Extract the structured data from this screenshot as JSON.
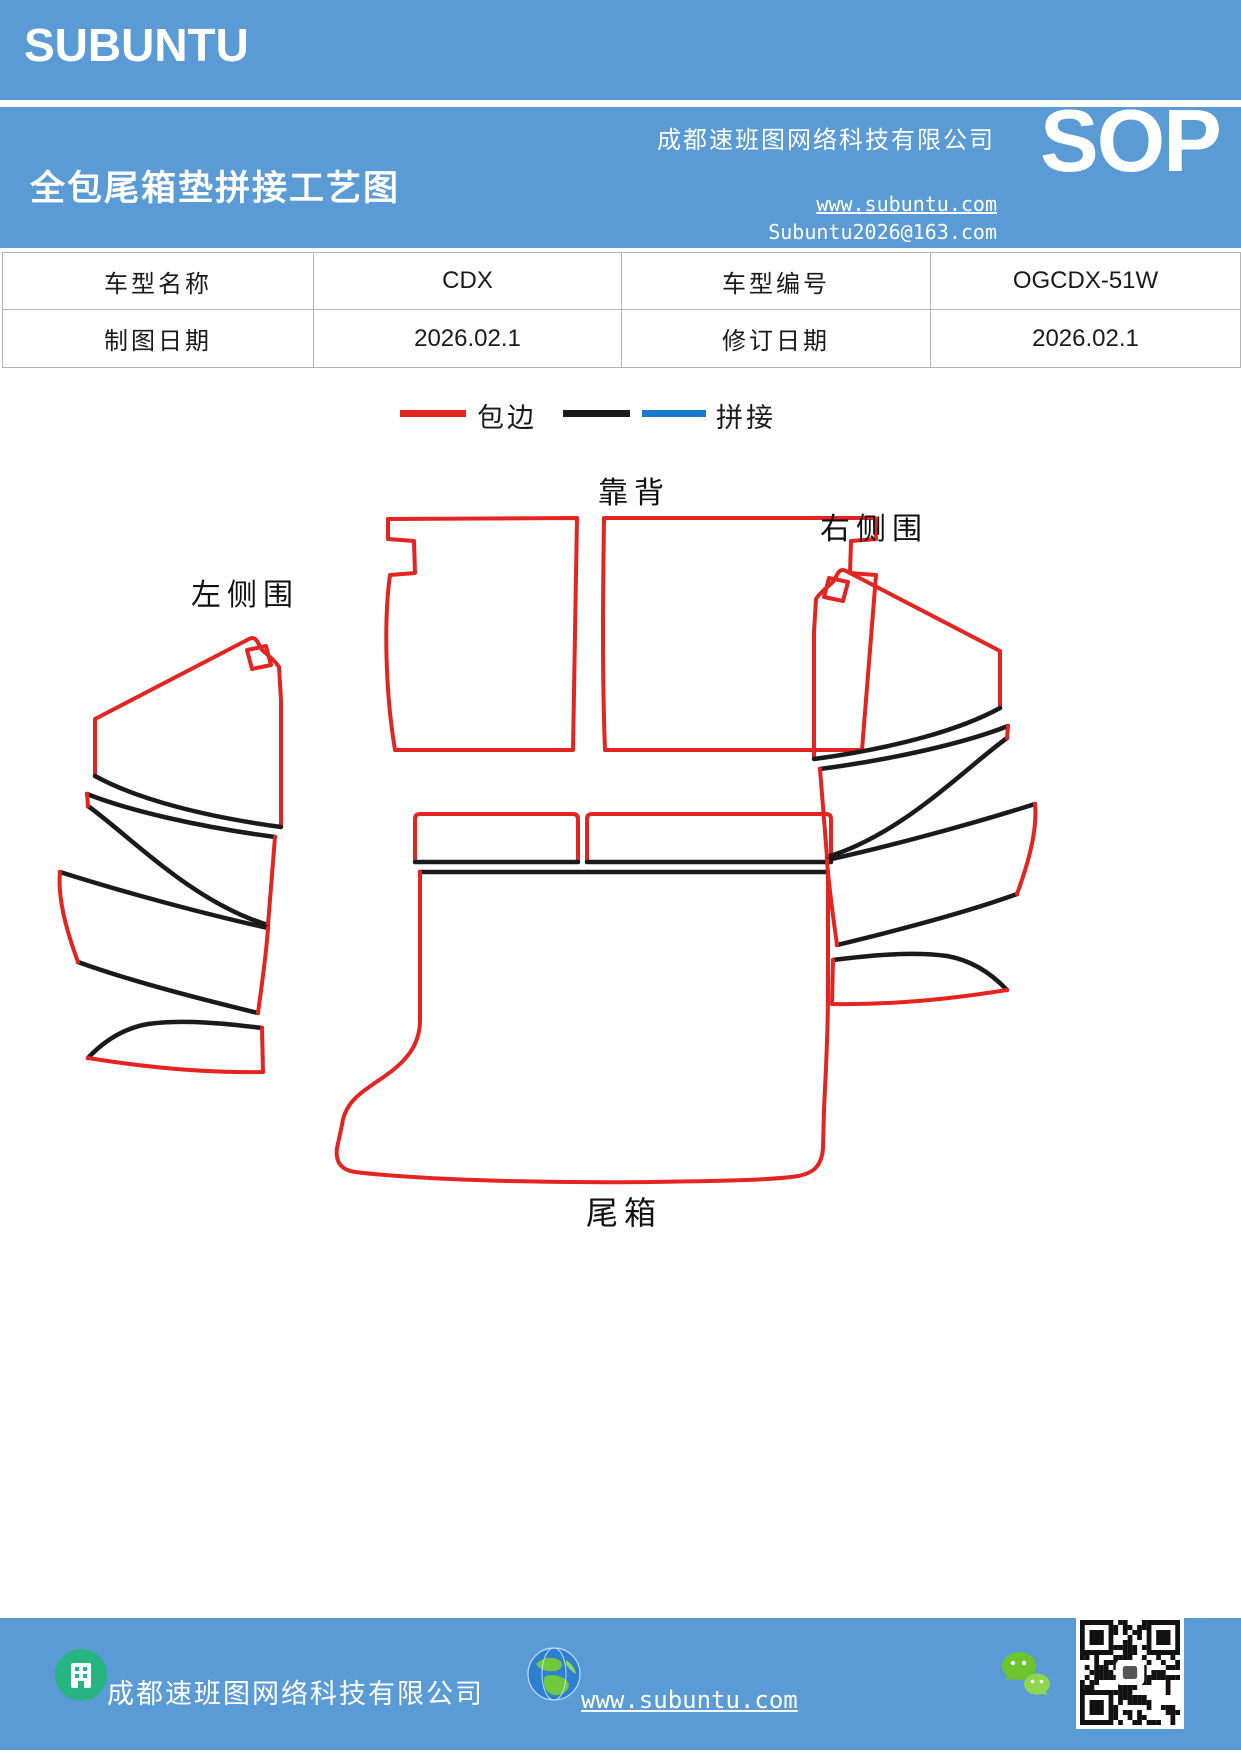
{
  "colors": {
    "accent_blue": "#5b9bd5",
    "edge_red": "#e32421",
    "splice_black": "#1a1a1a",
    "splice_blue": "#1878d0"
  },
  "header": {
    "logo": "SUBUNTU",
    "title": "全包尾箱垫拼接工艺图",
    "company": "成都速班图网络科技有限公司",
    "website": "www.subuntu.com",
    "email": "Subuntu2026@163.com",
    "doc_type": "SOP"
  },
  "info_table": {
    "rows": [
      {
        "cells": [
          "车型名称",
          "CDX",
          "车型编号",
          "OGCDX-51W"
        ]
      },
      {
        "cells": [
          "制图日期",
          "2026.02.1",
          "修订日期",
          "2026.02.1"
        ]
      }
    ]
  },
  "legend": {
    "edge_label": "包边",
    "splice_label": "拼接",
    "edge_color": "#e32421",
    "splice_colors": [
      "#1a1a1a",
      "#1878d0"
    ]
  },
  "diagram": {
    "labels": {
      "backrest": "靠背",
      "left_side": "左侧围",
      "right_side": "右侧围",
      "trunk": "尾箱"
    }
  },
  "footer": {
    "company": "成都速班图网络科技有限公司",
    "website": "www.subuntu.com",
    "icons": [
      "building-icon",
      "globe-icon",
      "wechat-icon",
      "qr-code"
    ]
  }
}
